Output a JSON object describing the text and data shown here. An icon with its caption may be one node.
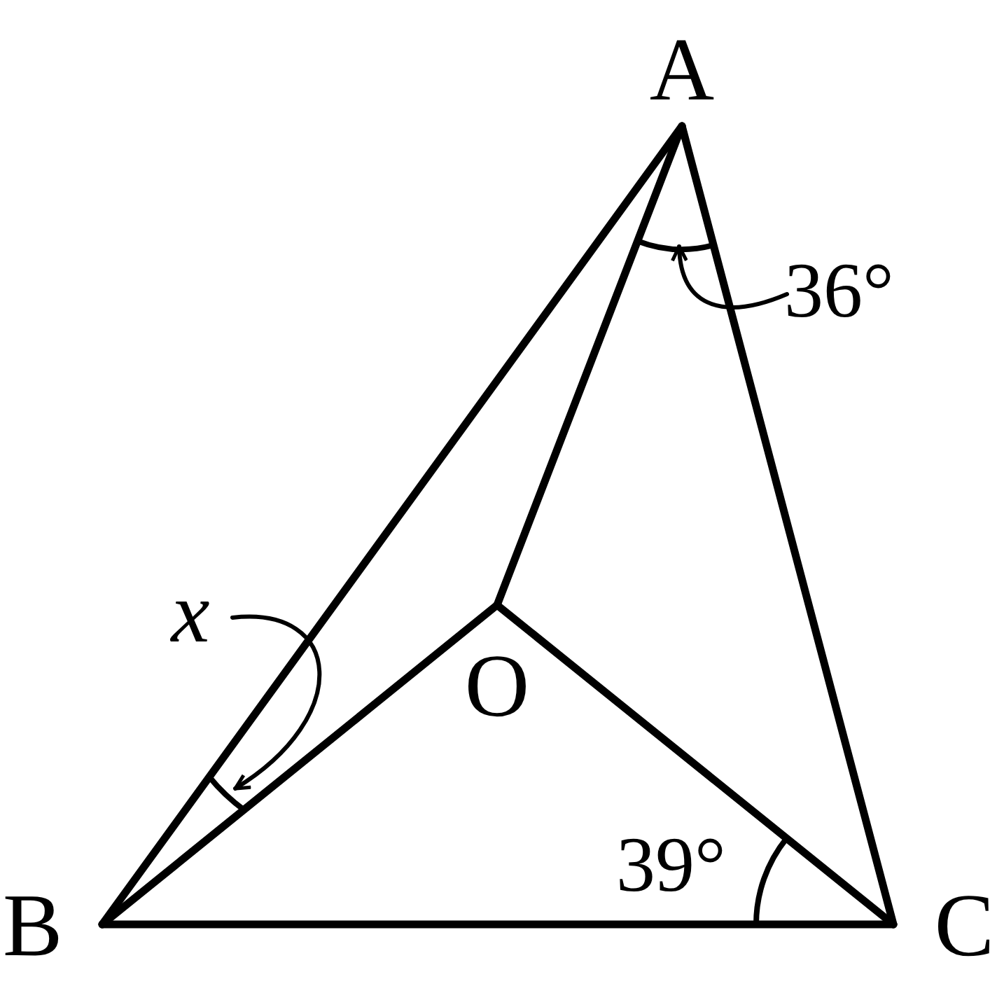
{
  "diagram": {
    "nodes": [
      {
        "text": [
          "A"
        ]
      },
      {
        "text": [
          "B"
        ]
      },
      {
        "text": [
          "C"
        ]
      },
      {
        "text": [
          "O"
        ]
      },
      {
        "text": [
          "36°"
        ]
      },
      {
        "text": [],
        "shape": "arc"
      },
      {
        "text": [
          "x"
        ]
      },
      {
        "text": [],
        "shape": "arc"
      }
    ],
    "edges": [
      {
        "from": 0,
        "to": 1,
        "arrow": "none"
      },
      {
        "from": 0,
        "to": 2,
        "arrow": "none"
      },
      {
        "from": 1,
        "to": 2,
        "arrow": "none"
      },
      {
        "from": 3,
        "to": 0,
        "arrow": "none"
      },
      {
        "from": 3,
        "to": 1,
        "arrow": "none"
      },
      {
        "from": 3,
        "to": 2,
        "arrow": "none"
      },
      {
        "from": 4,
        "to": 5,
        "arrow": "to"
      },
      {
        "from": 6,
        "to": 7,
        "arrow": "to"
      }
    ],
    "labels": [
      "39°"
    ]
  }
}
